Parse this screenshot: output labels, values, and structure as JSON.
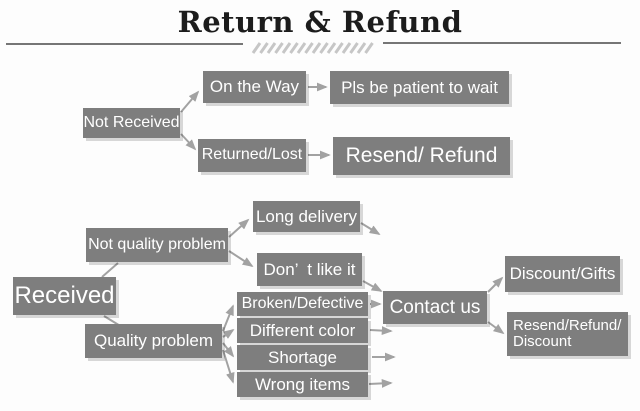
{
  "title": "Return & Refund",
  "colors": {
    "box": "#7e7e7e",
    "box_text": "#ffffff",
    "connector": "#a2a2a2",
    "title": "#1c1c1c",
    "hatch": "#c6c6c6"
  },
  "nodes": {
    "not_received": {
      "label": "Not Received"
    },
    "on_the_way": {
      "label": "On the Way"
    },
    "pls_wait": {
      "label": "Pls be patient to wait"
    },
    "returned_lost": {
      "label": "Returned/Lost"
    },
    "resend_refund": {
      "label": "Resend/ Refund"
    },
    "received": {
      "label": "Received"
    },
    "not_quality": {
      "label": "Not quality problem"
    },
    "long_delivery": {
      "label": "Long delivery"
    },
    "dont_like": {
      "label": "Don’  t like it"
    },
    "quality": {
      "label": "Quality problem"
    },
    "broken": {
      "label": "Broken/Defective"
    },
    "diff_color": {
      "label": "Different color"
    },
    "shortage": {
      "label": "Shortage"
    },
    "wrong_items": {
      "label": "Wrong items"
    },
    "contact_us": {
      "label": "Contact us"
    },
    "discount_gifts": {
      "label": "Discount/Gifts"
    },
    "resend_refund_discount": {
      "label": "Resend/Refund/\nDiscount"
    }
  }
}
